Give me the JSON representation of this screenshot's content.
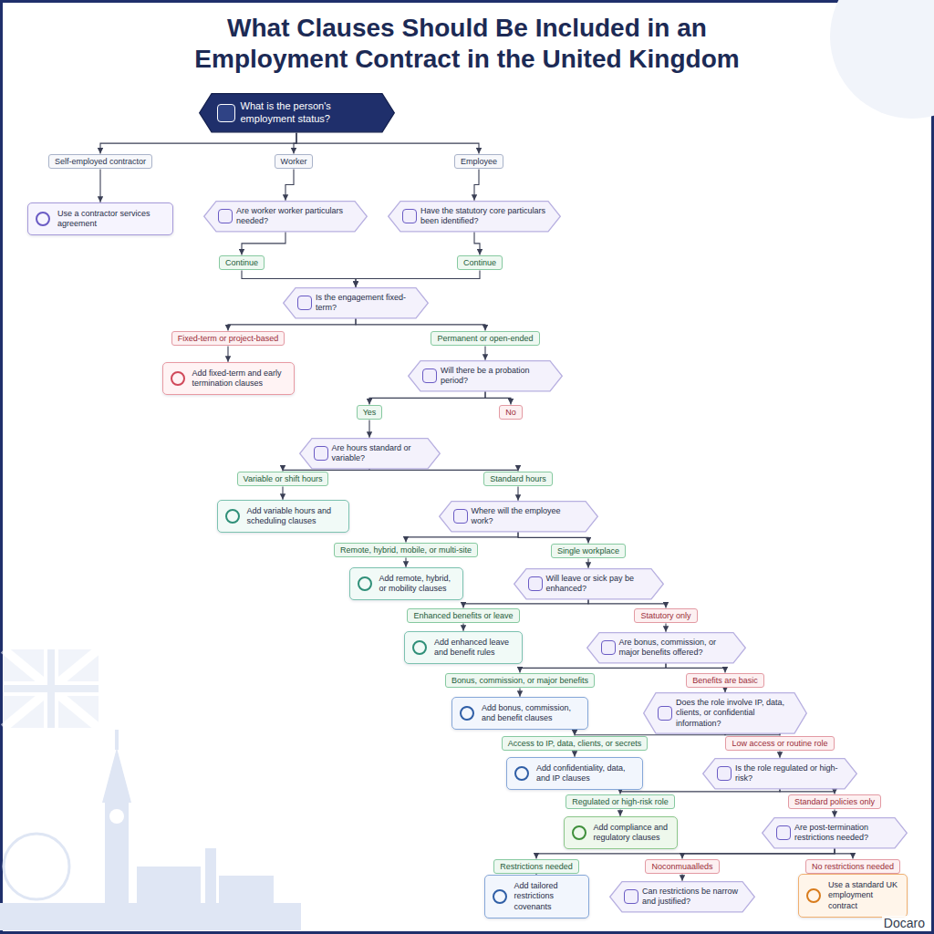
{
  "diagram": {
    "title": "What Clauses Should Be Included in an Employment Contract in the United Kingdom",
    "nodes": [
      {
        "text": [
          "What is the person's employment status?"
        ]
      },
      {
        "text": [
          "Self-employed contractor"
        ]
      },
      {
        "text": [
          "Worker"
        ]
      },
      {
        "text": [
          "Employee"
        ]
      },
      {
        "text": [
          "Use a contractor services agreement"
        ]
      },
      {
        "text": [
          "Are worker worker particulars needed?"
        ]
      },
      {
        "text": [
          "Have the statutory core particulars been identified?"
        ]
      },
      {
        "text": [
          "Continue"
        ]
      },
      {
        "text": [
          "Continue"
        ]
      },
      {
        "text": [
          "Is the engagement fixed-term?"
        ]
      },
      {
        "text": [
          "Fixed-term or project-based"
        ]
      },
      {
        "text": [
          "Permanent or open-ended"
        ]
      },
      {
        "text": [
          "Add fixed-term and early termination clauses"
        ]
      },
      {
        "text": [
          "Will there be a probation period?"
        ]
      },
      {
        "text": [
          "Yes"
        ]
      },
      {
        "text": [
          "No"
        ]
      },
      {
        "text": [
          "Are hours standard or variable?"
        ]
      },
      {
        "text": [
          "Variable or shift hours"
        ]
      },
      {
        "text": [
          "Standard hours"
        ]
      },
      {
        "text": [
          "Add variable hours and scheduling clauses"
        ]
      },
      {
        "text": [
          "Where will the employee work?"
        ]
      },
      {
        "text": [
          "Remote, hybrid, mobile, or multi-site"
        ]
      },
      {
        "text": [
          "Single workplace"
        ]
      },
      {
        "text": [
          "Add remote, hybrid, or mobility clauses"
        ]
      },
      {
        "text": [
          "Will leave or sick pay be enhanced?"
        ]
      },
      {
        "text": [
          "Enhanced benefits or leave"
        ]
      },
      {
        "text": [
          "Statutory only"
        ]
      },
      {
        "text": [
          "Add enhanced leave and benefit rules"
        ]
      },
      {
        "text": [
          "Are bonus, commission, or major benefits offered?"
        ]
      },
      {
        "text": [
          "Bonus, commission, or major benefits"
        ]
      },
      {
        "text": [
          "Benefits are basic"
        ]
      },
      {
        "text": [
          "Add bonus, commission, and benefit clauses"
        ]
      },
      {
        "text": [
          "Does the role involve IP, data, clients, or confidential information?"
        ]
      },
      {
        "text": [
          "Access to IP, data, clients, or secrets"
        ]
      },
      {
        "text": [
          "Low access or routine role"
        ]
      },
      {
        "text": [
          "Add confidentiality, data, and IP clauses"
        ]
      },
      {
        "text": [
          "Is the role regulated or high-risk?"
        ]
      },
      {
        "text": [
          "Regulated or high-risk role"
        ]
      },
      {
        "text": [
          "Standard policies only"
        ]
      },
      {
        "text": [
          "Add compliance and regulatory clauses"
        ]
      },
      {
        "text": [
          "Are post-termination restrictions needed?"
        ]
      },
      {
        "text": [
          "Restrictions needed"
        ]
      },
      {
        "text": [
          "Noconmuaalleds"
        ]
      },
      {
        "text": [
          "No restrictions needed"
        ]
      },
      {
        "text": [
          "Add tailored restrictions covenants"
        ]
      },
      {
        "text": [
          "Can restrictions be narrow and justified?"
        ]
      },
      {
        "text": [
          "Use a standard UK employment contract"
        ]
      }
    ],
    "edges": [
      {
        "from": 0,
        "to": 1,
        "arrow": "to"
      },
      {
        "from": 0,
        "to": 2,
        "arrow": "to"
      },
      {
        "from": 0,
        "to": 3,
        "arrow": "to"
      },
      {
        "from": 1,
        "to": 4,
        "arrow": "to"
      },
      {
        "from": 2,
        "to": 5,
        "arrow": "to"
      },
      {
        "from": 3,
        "to": 6,
        "arrow": "to"
      },
      {
        "from": 5,
        "to": 7,
        "arrow": "to"
      },
      {
        "from": 6,
        "to": 8,
        "arrow": "to"
      },
      {
        "from": 7,
        "to": 9,
        "arrow": "to"
      },
      {
        "from": 8,
        "to": 9,
        "arrow": "to"
      },
      {
        "from": 9,
        "to": 10,
        "arrow": "to"
      },
      {
        "from": 9,
        "to": 11,
        "arrow": "to"
      },
      {
        "from": 10,
        "to": 12,
        "arrow": "to"
      },
      {
        "from": 11,
        "to": 13,
        "arrow": "to"
      },
      {
        "from": 13,
        "to": 14,
        "arrow": "to"
      },
      {
        "from": 13,
        "to": 15,
        "arrow": "to"
      },
      {
        "from": 14,
        "to": 16,
        "arrow": "to"
      },
      {
        "from": 16,
        "to": 17,
        "arrow": "to"
      },
      {
        "from": 16,
        "to": 18,
        "arrow": "to"
      },
      {
        "from": 17,
        "to": 19,
        "arrow": "to"
      },
      {
        "from": 18,
        "to": 20,
        "arrow": "to"
      },
      {
        "from": 20,
        "to": 21,
        "arrow": "to"
      },
      {
        "from": 20,
        "to": 22,
        "arrow": "to"
      },
      {
        "from": 21,
        "to": 23,
        "arrow": "to"
      },
      {
        "from": 22,
        "to": 24,
        "arrow": "to"
      },
      {
        "from": 24,
        "to": 25,
        "arrow": "to"
      },
      {
        "from": 24,
        "to": 26,
        "arrow": "to"
      },
      {
        "from": 25,
        "to": 27,
        "arrow": "to"
      },
      {
        "from": 26,
        "to": 28,
        "arrow": "to"
      },
      {
        "from": 28,
        "to": 29,
        "arrow": "to"
      },
      {
        "from": 28,
        "to": 30,
        "arrow": "to"
      },
      {
        "from": 29,
        "to": 31,
        "arrow": "to"
      },
      {
        "from": 30,
        "to": 32,
        "arrow": "to"
      },
      {
        "from": 32,
        "to": 33,
        "arrow": "to"
      },
      {
        "from": 32,
        "to": 34,
        "arrow": "to"
      },
      {
        "from": 33,
        "to": 35,
        "arrow": "to"
      },
      {
        "from": 34,
        "to": 36,
        "arrow": "to"
      },
      {
        "from": 36,
        "to": 37,
        "arrow": "to"
      },
      {
        "from": 36,
        "to": 38,
        "arrow": "to"
      },
      {
        "from": 37,
        "to": 39,
        "arrow": "to"
      },
      {
        "from": 38,
        "to": 40,
        "arrow": "to"
      },
      {
        "from": 40,
        "to": 41,
        "arrow": "to"
      },
      {
        "from": 40,
        "to": 42,
        "arrow": "to"
      },
      {
        "from": 40,
        "to": 43,
        "arrow": "to"
      },
      {
        "from": 41,
        "to": 44,
        "arrow": "to"
      },
      {
        "from": 42,
        "to": 45,
        "arrow": "to"
      },
      {
        "from": 43,
        "to": 46,
        "arrow": "to"
      }
    ],
    "labels": [
      "Docaro"
    ]
  }
}
